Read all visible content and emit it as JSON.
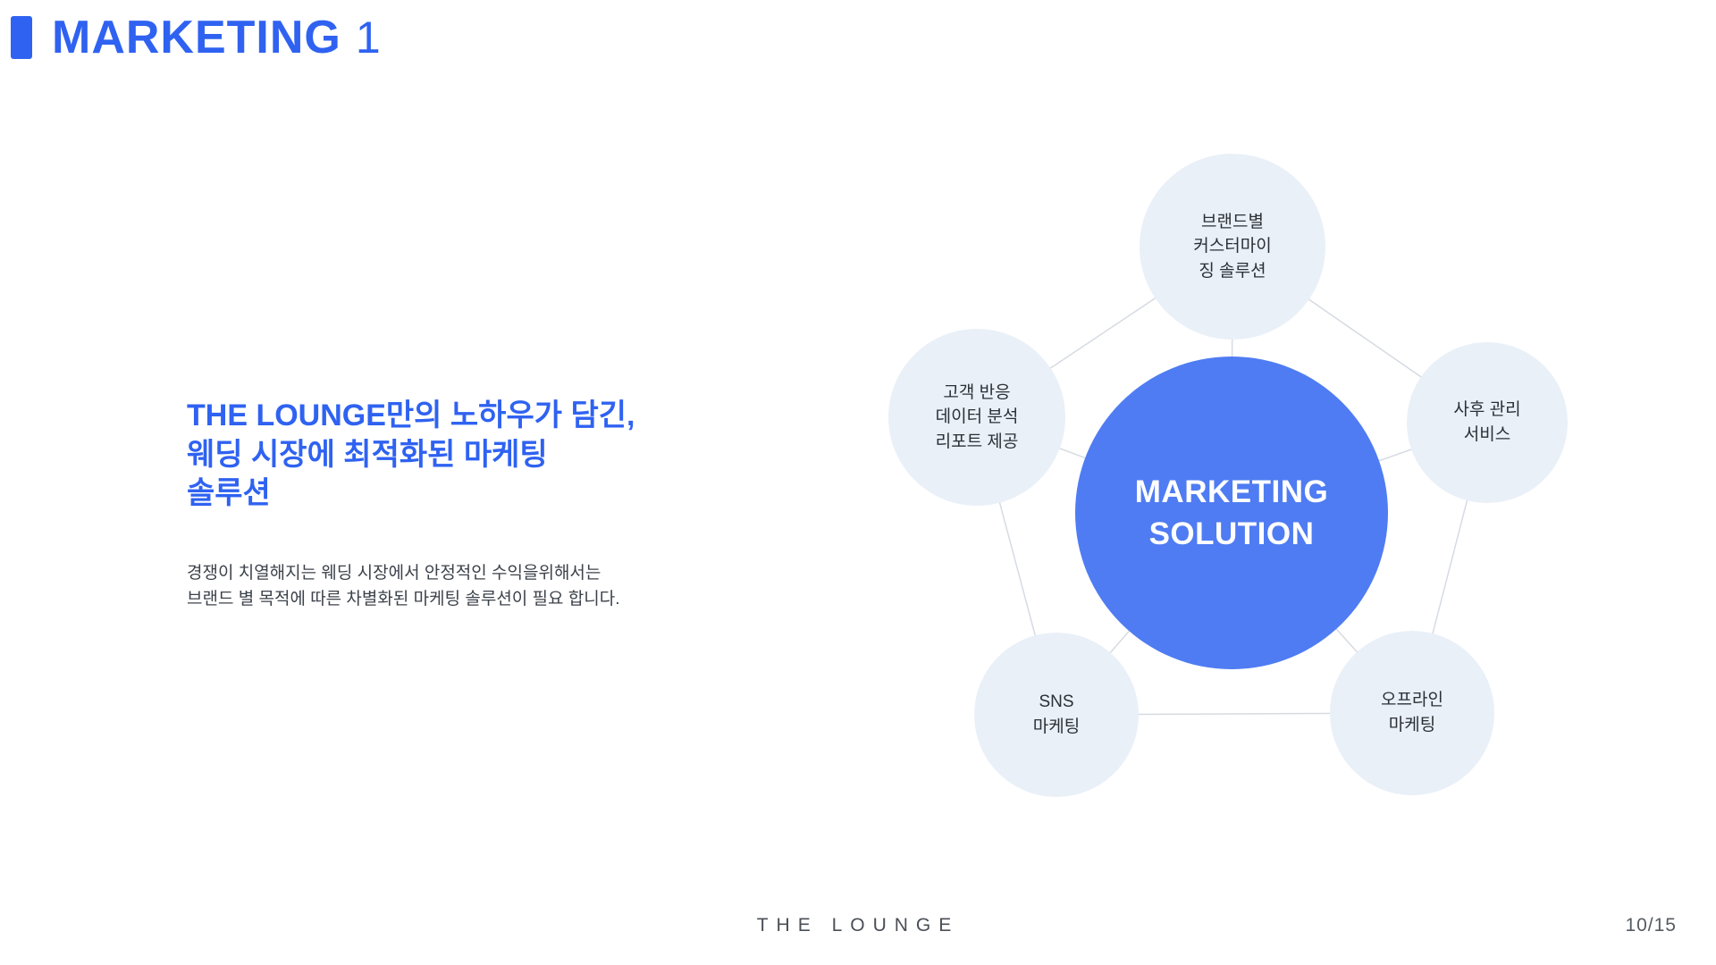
{
  "header": {
    "title": "MARKETING",
    "slide_number": "1"
  },
  "content": {
    "heading": "THE LOUNGE만의 노하우가 담긴,\n웨딩 시장에 최적화된 마케팅\n솔루션",
    "body": "경쟁이 치열해지는 웨딩 시장에서 안정적인 수익을위해서는\n브랜드 별 목적에 따른 차별화된 마케팅 솔루션이 필요 합니다."
  },
  "diagram": {
    "hub": {
      "label": "MARKETING\nSOLUTION"
    },
    "nodes": [
      {
        "id": "top",
        "label": "브랜드별\n커스터마이\n징 솔루션"
      },
      {
        "id": "left",
        "label": "고객 반응\n데이터 분석\n리포트 제공"
      },
      {
        "id": "right",
        "label": "사후 관리\n서비스"
      },
      {
        "id": "bottom-left",
        "label": "SNS\n마케팅"
      },
      {
        "id": "bottom-right",
        "label": "오프라인\n마케팅"
      }
    ]
  },
  "footer": {
    "logo": "THE LOUNGE",
    "page": "10/15"
  },
  "colors": {
    "accent_blue": "#2f62f1",
    "hub_blue": "#4f7cf2",
    "node_background": "#eaf0f8",
    "connector_line": "#d6dbe2",
    "body_text": "#3c424b"
  }
}
